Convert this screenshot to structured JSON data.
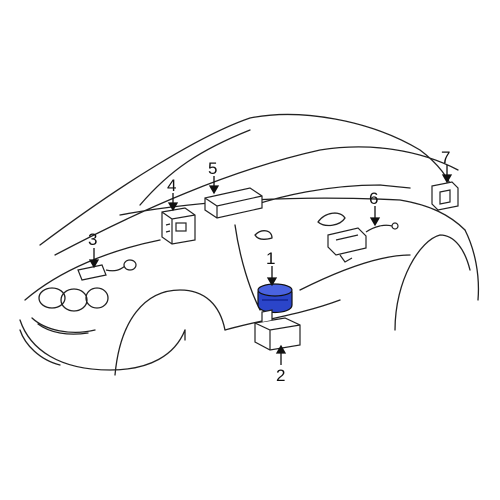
{
  "callouts": [
    {
      "label": "1",
      "part": "highlighted-part"
    },
    {
      "label": "2",
      "part": "lower-bracket-part"
    },
    {
      "label": "3",
      "part": "sensor-with-wire"
    },
    {
      "label": "4",
      "part": "relay-bracket"
    },
    {
      "label": "5",
      "part": "control-module"
    },
    {
      "label": "6",
      "part": "door-sensor"
    },
    {
      "label": "7",
      "part": "rear-module"
    }
  ],
  "colors": {
    "highlight": "#2b45c9",
    "line": "#222222",
    "background": "#ffffff"
  }
}
